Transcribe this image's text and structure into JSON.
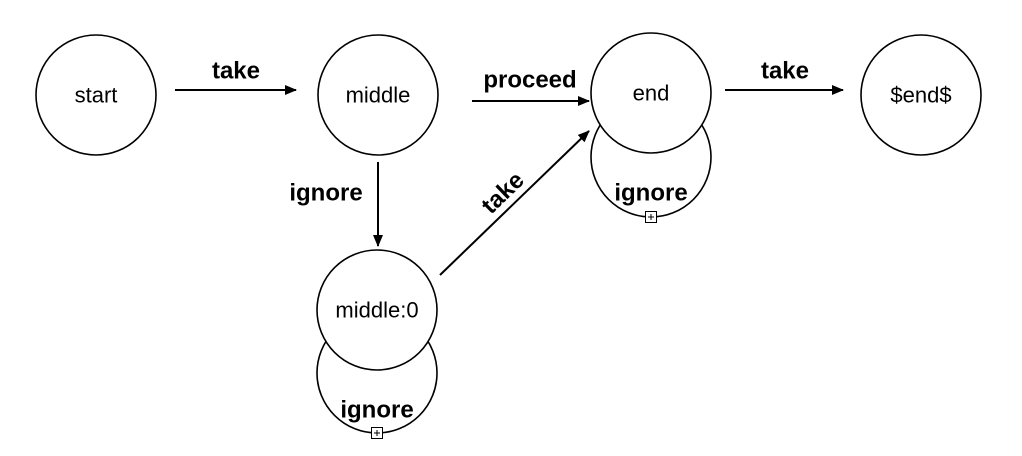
{
  "nodes": {
    "start": "start",
    "middle": "middle",
    "end": "end",
    "final": "$end$",
    "middle0": "middle:0"
  },
  "edges": {
    "start_to_middle": "take",
    "middle_to_end": "proceed",
    "end_to_final": "take",
    "middle_to_middle0": "ignore",
    "middle0_to_end": "take"
  },
  "loops": {
    "end_loop": "ignore",
    "middle0_loop": "ignore"
  },
  "colors": {
    "stroke": "#000000",
    "fill": "#ffffff"
  }
}
